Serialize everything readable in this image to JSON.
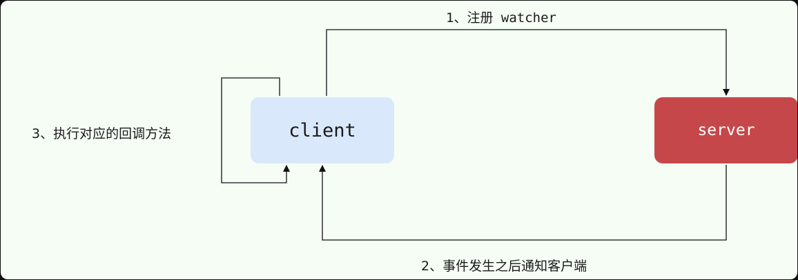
{
  "diagram": {
    "nodes": {
      "client": {
        "label": "client",
        "color": "#dae8fb"
      },
      "server": {
        "label": "server",
        "color": "#c6474a"
      }
    },
    "edges": {
      "register": {
        "label": "1、注册 watcher",
        "from": "client",
        "to": "server"
      },
      "notify": {
        "label": "2、事件发生之后通知客户端",
        "from": "server",
        "to": "client"
      },
      "callback": {
        "label": "3、执行对应的回调方法",
        "from": "client",
        "to": "client"
      }
    }
  }
}
